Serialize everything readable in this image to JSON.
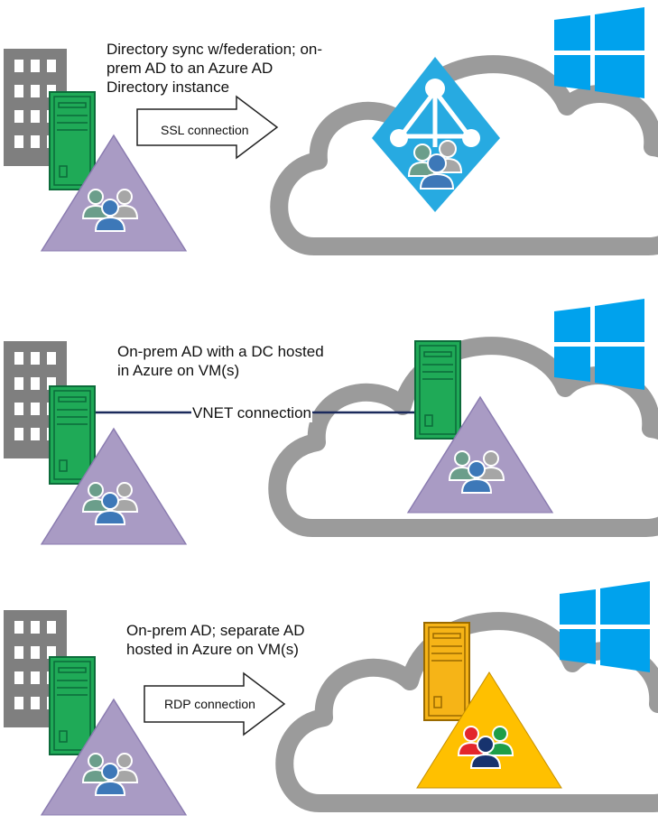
{
  "colors": {
    "cloud_stroke": "#9b9b9b",
    "building": "#7f7f7f",
    "server_green": "#1faa57",
    "server_green_dark": "#0c6b3a",
    "server_yellow": "#f6b417",
    "triangle_purple": "#a99bc4",
    "triangle_yellow": "#ffc000",
    "azure_ad_blue": "#27aae1",
    "windows_blue": "#00a2ed",
    "vnet_line": "#1b2a5c",
    "person_blue": "#3d78b8",
    "person_teal": "#6b9e8b",
    "person_grey": "#a6a6a6",
    "person_red": "#e3262b",
    "person_green": "#1e9e47",
    "person_navy": "#17336e"
  },
  "scenarios": [
    {
      "description": "Directory sync w/federation; on-prem AD to an Azure AD Directory instance",
      "description_lines": [
        "Directory sync w/federation; on-",
        "prem AD to an Azure AD",
        "Directory instance"
      ],
      "connection_label": "SSL connection",
      "connection_type": "arrow",
      "cloud_content": "azure-ad-icon"
    },
    {
      "description": "On-prem AD with a DC hosted in Azure on VM(s)",
      "description_lines": [
        "On-prem AD with a DC hosted",
        "in Azure on VM(s)"
      ],
      "connection_label": "VNET connection",
      "connection_type": "line",
      "cloud_content": "domain-controller-vm"
    },
    {
      "description": "On-prem AD; separate AD hosted in Azure on VM(s)",
      "description_lines": [
        "On-prem AD; separate AD",
        "hosted in Azure on VM(s)"
      ],
      "connection_label": "RDP connection",
      "connection_type": "arrow",
      "cloud_content": "separate-ad-vm"
    }
  ]
}
